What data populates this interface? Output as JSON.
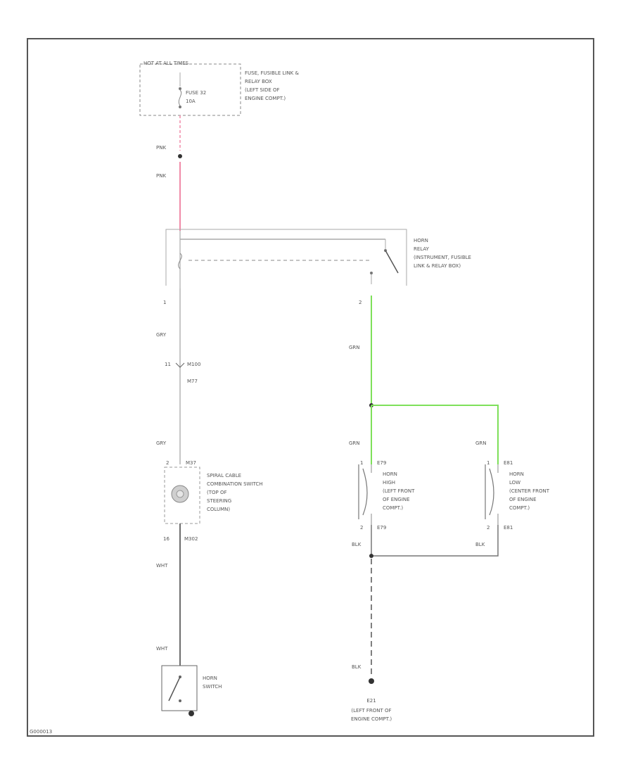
{
  "diagram": {
    "fuse_box": {
      "header": "HOT AT ALL TIMES",
      "fuse_name": "FUSE 32",
      "fuse_rating": "10A",
      "desc_lines": [
        "FUSE, FUSIBLE LINK &",
        "RELAY BOX",
        "(LEFT SIDE OF",
        "ENGINE COMPT.)"
      ]
    },
    "wire_labels": {
      "pink_1": "PNK",
      "pink_2": "PNK",
      "gry_1": "GRY",
      "gry_2": "GRY",
      "grn_relay": "GRN",
      "grn_high": "GRN",
      "grn_low": "GRN",
      "blk_high": "BLK",
      "blk_low": "BLK",
      "blk_ground": "BLK",
      "wht_1": "WHT",
      "wht_2": "WHT"
    },
    "relay": {
      "pin_top": "",
      "pin_left": "1",
      "pin_right": "2",
      "desc_lines": [
        "HORN",
        "RELAY",
        "(INSTRUMENT, FUSIBLE",
        "LINK & RELAY BOX)"
      ]
    },
    "connector_m": {
      "pin": "11",
      "name": "M100",
      "sub": "M77"
    },
    "spiral_cable": {
      "pin_top": "2",
      "conn_top": "M37",
      "pin_bottom": "16",
      "conn_bottom": "M302",
      "desc_lines": [
        "SPIRAL CABLE",
        "COMBINATION SWITCH",
        "(TOP OF",
        "STEERING",
        "COLUMN)"
      ]
    },
    "horn_high": {
      "pin_top": "1",
      "conn_top": "E79",
      "pin_bottom": "2",
      "conn_bottom": "E79",
      "desc_lines": [
        "HORN",
        "HIGH",
        "(LEFT FRONT",
        "OF ENGINE",
        "COMPT.)"
      ]
    },
    "horn_low": {
      "pin_top": "1",
      "conn_top": "E81",
      "pin_bottom": "2",
      "conn_bottom": "E81",
      "desc_lines": [
        "HORN",
        "LOW",
        "(CENTER FRONT",
        "OF ENGINE",
        "COMPT.)"
      ]
    },
    "horn_switch": {
      "desc_lines": [
        "HORN",
        "SWITCH"
      ]
    },
    "ground": {
      "name": "E21",
      "desc_lines": [
        "(LEFT FRONT OF",
        "ENGINE COMPT.)"
      ]
    },
    "figure_id": "G000013",
    "colors": {
      "pink_wire": "#f08aa8",
      "green_wire": "#7ee05a",
      "dark_wire": "#6e6e6e",
      "light_wire": "#b4b4b4",
      "frame": "#555555"
    }
  }
}
